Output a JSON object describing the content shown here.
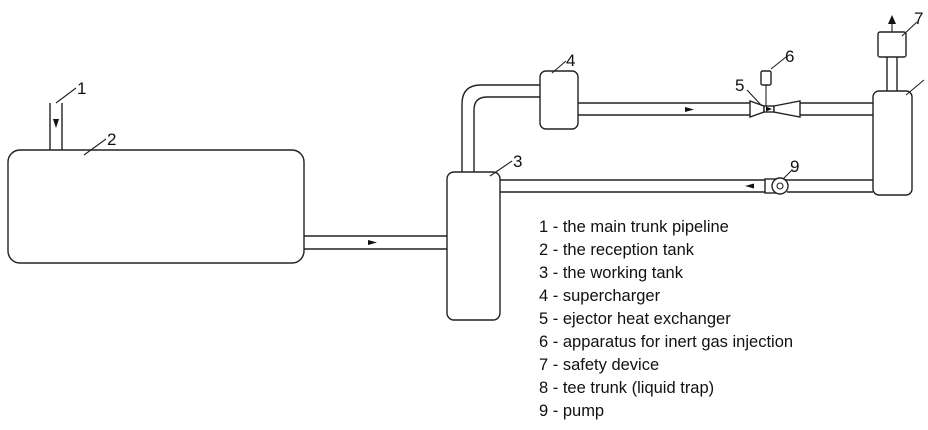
{
  "callouts": {
    "n1": "1",
    "n2": "2",
    "n3": "3",
    "n4": "4",
    "n5": "5",
    "n6": "6",
    "n7": "7",
    "n9": "9"
  },
  "legend": [
    "1 - the main trunk pipeline",
    "2 - the reception tank",
    "3 - the working tank",
    "4 - supercharger",
    "5 - ejector heat exchanger",
    "6 - apparatus for inert gas injection",
    "7 - safety device",
    "8 - tee trunk (liquid trap)",
    "9 - pump"
  ],
  "colors": {
    "line": "#222222",
    "background": "#ffffff"
  }
}
